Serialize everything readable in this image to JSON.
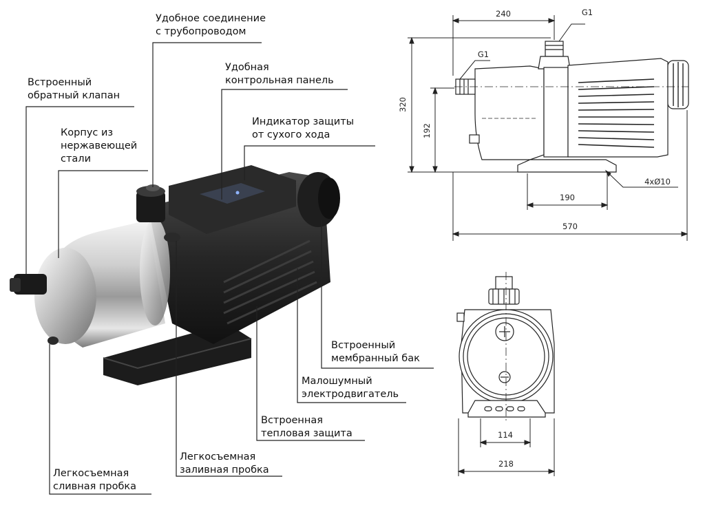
{
  "labels": {
    "pipe_connection": [
      "Удобное соединение",
      "с трубопроводом"
    ],
    "control_panel": [
      "Удобная",
      "контрольная панель"
    ],
    "dry_run_indicator": [
      "Индикатор защиты",
      "от сухого хода"
    ],
    "check_valve": [
      "Встроенный",
      "обратный клапан"
    ],
    "stainless_body": [
      "Корпус из",
      "нержавеющей",
      "стали"
    ],
    "membrane_tank": [
      "Встроенный",
      "мембранный бак"
    ],
    "quiet_motor": [
      "Малошумный",
      "электродвигатель"
    ],
    "thermal_protection": [
      "Встроенная",
      "тепловая защита"
    ],
    "fill_plug": [
      "Легкосъемная",
      "заливная пробка"
    ],
    "drain_plug": [
      "Легкосъемная",
      "сливная пробка"
    ]
  },
  "side_view": {
    "dim_top": "240",
    "thread_top": "G1",
    "thread_side": "G1",
    "height_total": "320",
    "height_inlet": "192",
    "holes": "4xØ10",
    "foot_spacing": "190",
    "length_total": "570"
  },
  "front_view": {
    "foot_inner": "114",
    "width_total": "218"
  }
}
